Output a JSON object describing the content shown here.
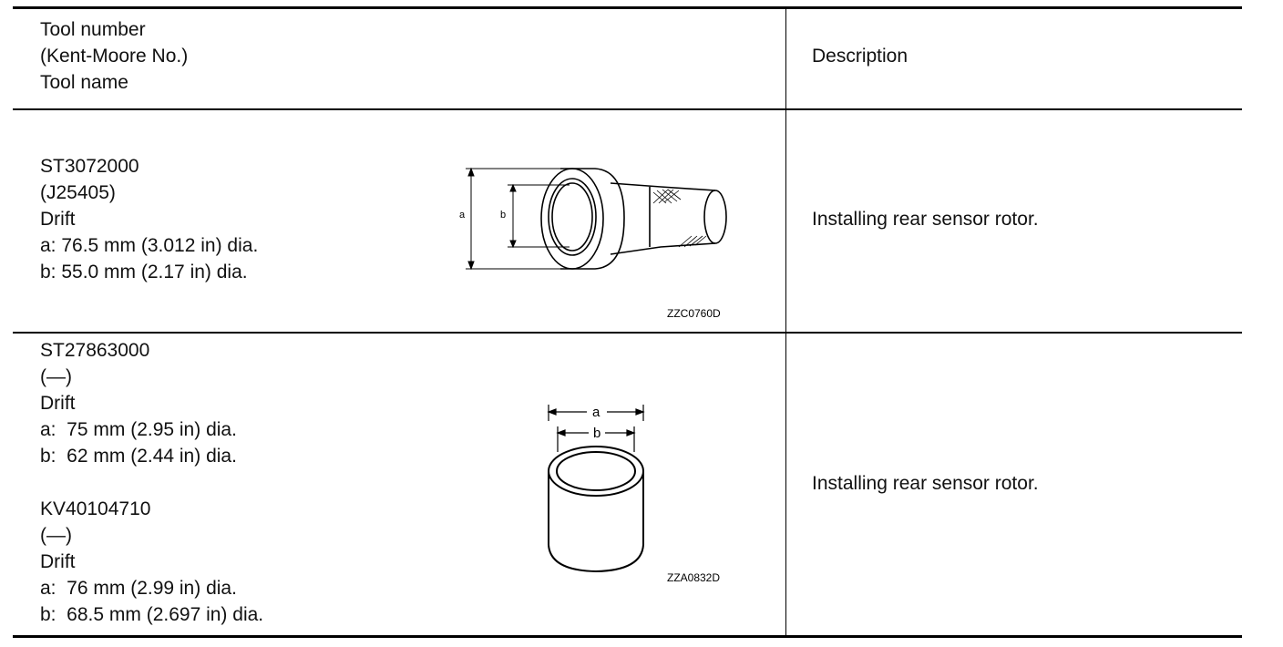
{
  "table": {
    "header": {
      "tool_lines": [
        "Tool number",
        "(Kent-Moore No.)",
        "Tool name"
      ],
      "description": "Description"
    },
    "rows": [
      {
        "tool_lines": [
          "ST3072000",
          "(J25405)",
          "Drift",
          "a: 76.5 mm (3.012 in) dia.",
          "b: 55.0 mm (2.17 in) dia."
        ],
        "figure_labels": {
          "a": "a",
          "b": "b"
        },
        "figure_code": "ZZC0760D",
        "description": "Installing rear sensor rotor."
      },
      {
        "tool_lines": [
          "ST27863000",
          "(—)",
          "Drift",
          "a:  75 mm (2.95 in) dia.",
          "b:  62 mm (2.44 in) dia.",
          "",
          "KV40104710",
          "(—)",
          "Drift",
          "a:  76 mm (2.99 in) dia.",
          "b:  68.5 mm (2.697 in) dia."
        ],
        "figure_labels": {
          "a": "a",
          "b": "b"
        },
        "figure_code": "ZZA0832D",
        "description": "Installing rear sensor rotor."
      }
    ]
  }
}
